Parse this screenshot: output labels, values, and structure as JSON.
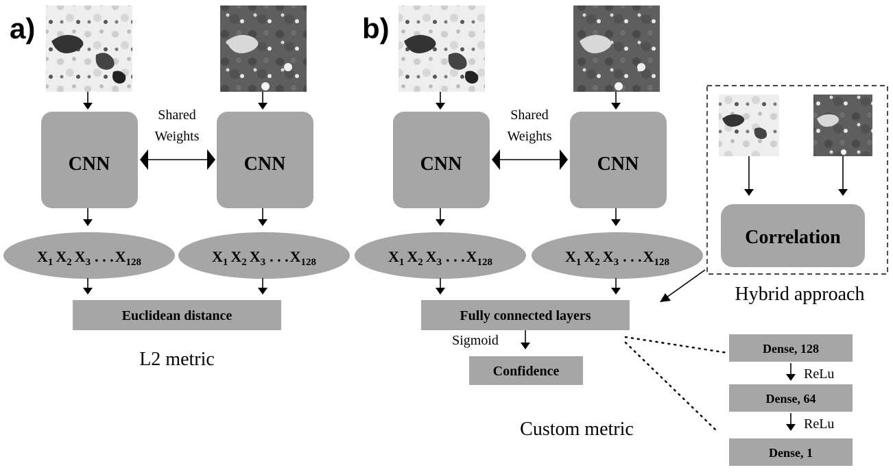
{
  "panels": {
    "a": {
      "label": "a)",
      "cnn_left": "CNN",
      "cnn_right": "CNN",
      "shared_weights_line1": "Shared",
      "shared_weights_line2": "Weights",
      "vector": {
        "base": "X",
        "subs": [
          "1",
          "2",
          "3",
          "128"
        ],
        "dots": ". . ."
      },
      "distance": "Euclidean distance",
      "caption": "L2 metric"
    },
    "b": {
      "label": "b)",
      "cnn_left": "CNN",
      "cnn_right": "CNN",
      "shared_weights_line1": "Shared",
      "shared_weights_line2": "Weights",
      "vector": {
        "base": "X",
        "subs": [
          "1",
          "2",
          "3",
          "128"
        ],
        "dots": ". . ."
      },
      "fc": "Fully connected layers",
      "sigmoid": "Sigmoid",
      "confidence": "Confidence",
      "caption": "Custom metric",
      "dense": [
        "Dense, 128",
        "Dense, 64",
        "Dense, 1"
      ],
      "activation": [
        "ReLu",
        "ReLu"
      ]
    },
    "hybrid": {
      "correlation": "Correlation",
      "caption": "Hybrid approach"
    }
  },
  "colors": {
    "box_fill": "#a6a6a6",
    "text": "#000000",
    "background": "#ffffff"
  },
  "icons": {
    "input_image_light": "satellite-image-light",
    "input_image_dark": "satellite-image-dark"
  }
}
